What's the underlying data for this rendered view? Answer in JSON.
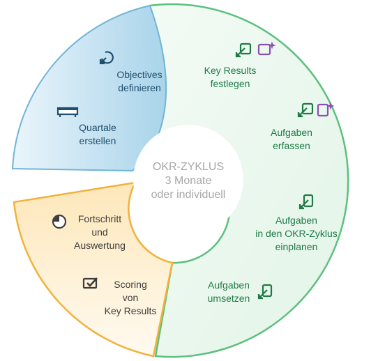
{
  "center": {
    "line1": "OKR-ZYKLUS",
    "line2": "3 Monate",
    "line3": "oder individuell"
  },
  "segments": {
    "planning": {
      "color": "#bcdff0",
      "steps": [
        {
          "line1": "Objectives",
          "line2": "definieren",
          "icon": "target-arrow-icon"
        },
        {
          "line1": "Quartale",
          "line2": "erstellen",
          "icon": "calendar-bar-icon"
        }
      ]
    },
    "execution": {
      "color": "#5cc07e",
      "steps": [
        {
          "line1": "Key Results",
          "line2": "festlegen",
          "icon": "arrow-box-sparkle-icon"
        },
        {
          "line1": "Aufgaben",
          "line2": "erfassen",
          "icon": "arrow-box-sparkle-icon"
        },
        {
          "line1": "Aufgaben",
          "line2": "in den OKR-Zyklus",
          "line3": "einplanen",
          "icon": "arrow-box-icon"
        },
        {
          "line1": "Aufgaben",
          "line2": "umsetzen",
          "icon": "arrow-box-icon"
        }
      ]
    },
    "review": {
      "color": "#f2b13c",
      "steps": [
        {
          "line1": "Fortschritt",
          "line2": "und",
          "line3": "Auswertung",
          "icon": "pie-progress-icon"
        },
        {
          "line1": "Scoring",
          "line2": "von",
          "line3": "Key Results",
          "icon": "checkbox-check-icon"
        }
      ]
    }
  }
}
